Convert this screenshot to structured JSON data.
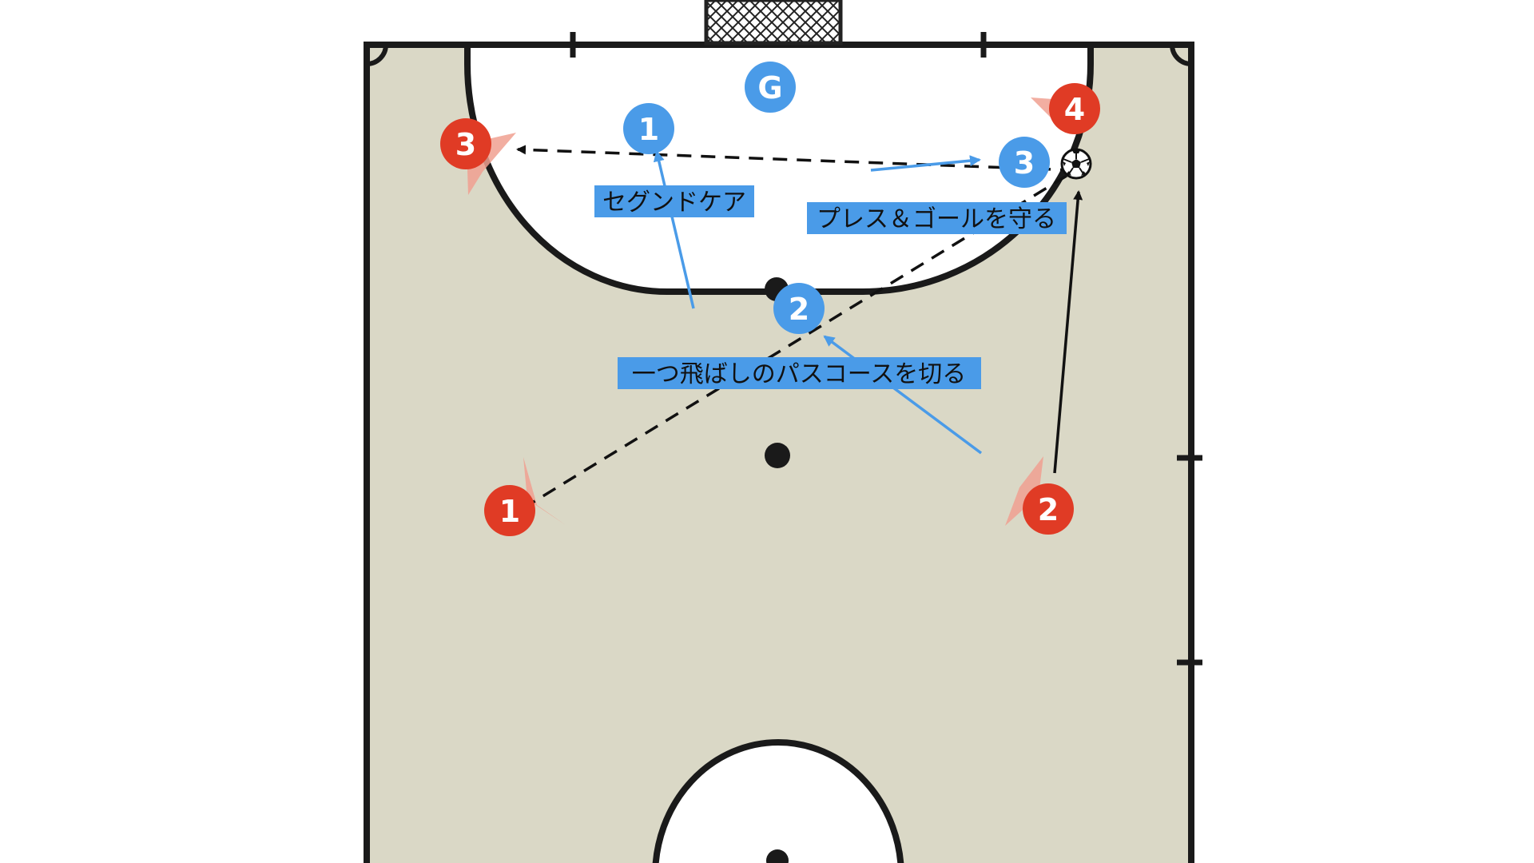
{
  "colors": {
    "court": "#dad8c6",
    "lines": "#1a1a1a",
    "defender": "#4a9be8",
    "attacker": "#e03b25",
    "label_bg": "#4a9be8",
    "facing_cone": "#f0a090",
    "pass_arrow": "#111111",
    "move_arrow": "#4a9be8"
  },
  "defenders": [
    {
      "id": "defender-g",
      "label": "G"
    },
    {
      "id": "defender-1",
      "label": "1"
    },
    {
      "id": "defender-2",
      "label": "2"
    },
    {
      "id": "defender-3",
      "label": "3"
    }
  ],
  "attackers": [
    {
      "id": "attacker-1",
      "label": "1"
    },
    {
      "id": "attacker-2",
      "label": "2"
    },
    {
      "id": "attacker-3",
      "label": "3"
    },
    {
      "id": "attacker-4",
      "label": "4"
    }
  ],
  "labels": {
    "second_care": "セグンドケア",
    "press_goal": "プレス＆ゴールを守る",
    "cut_pass": "一つ飛ばしのパスコースを切る"
  },
  "icons": {
    "ball": "soccer-ball-icon",
    "goal": "goal-net-icon"
  }
}
